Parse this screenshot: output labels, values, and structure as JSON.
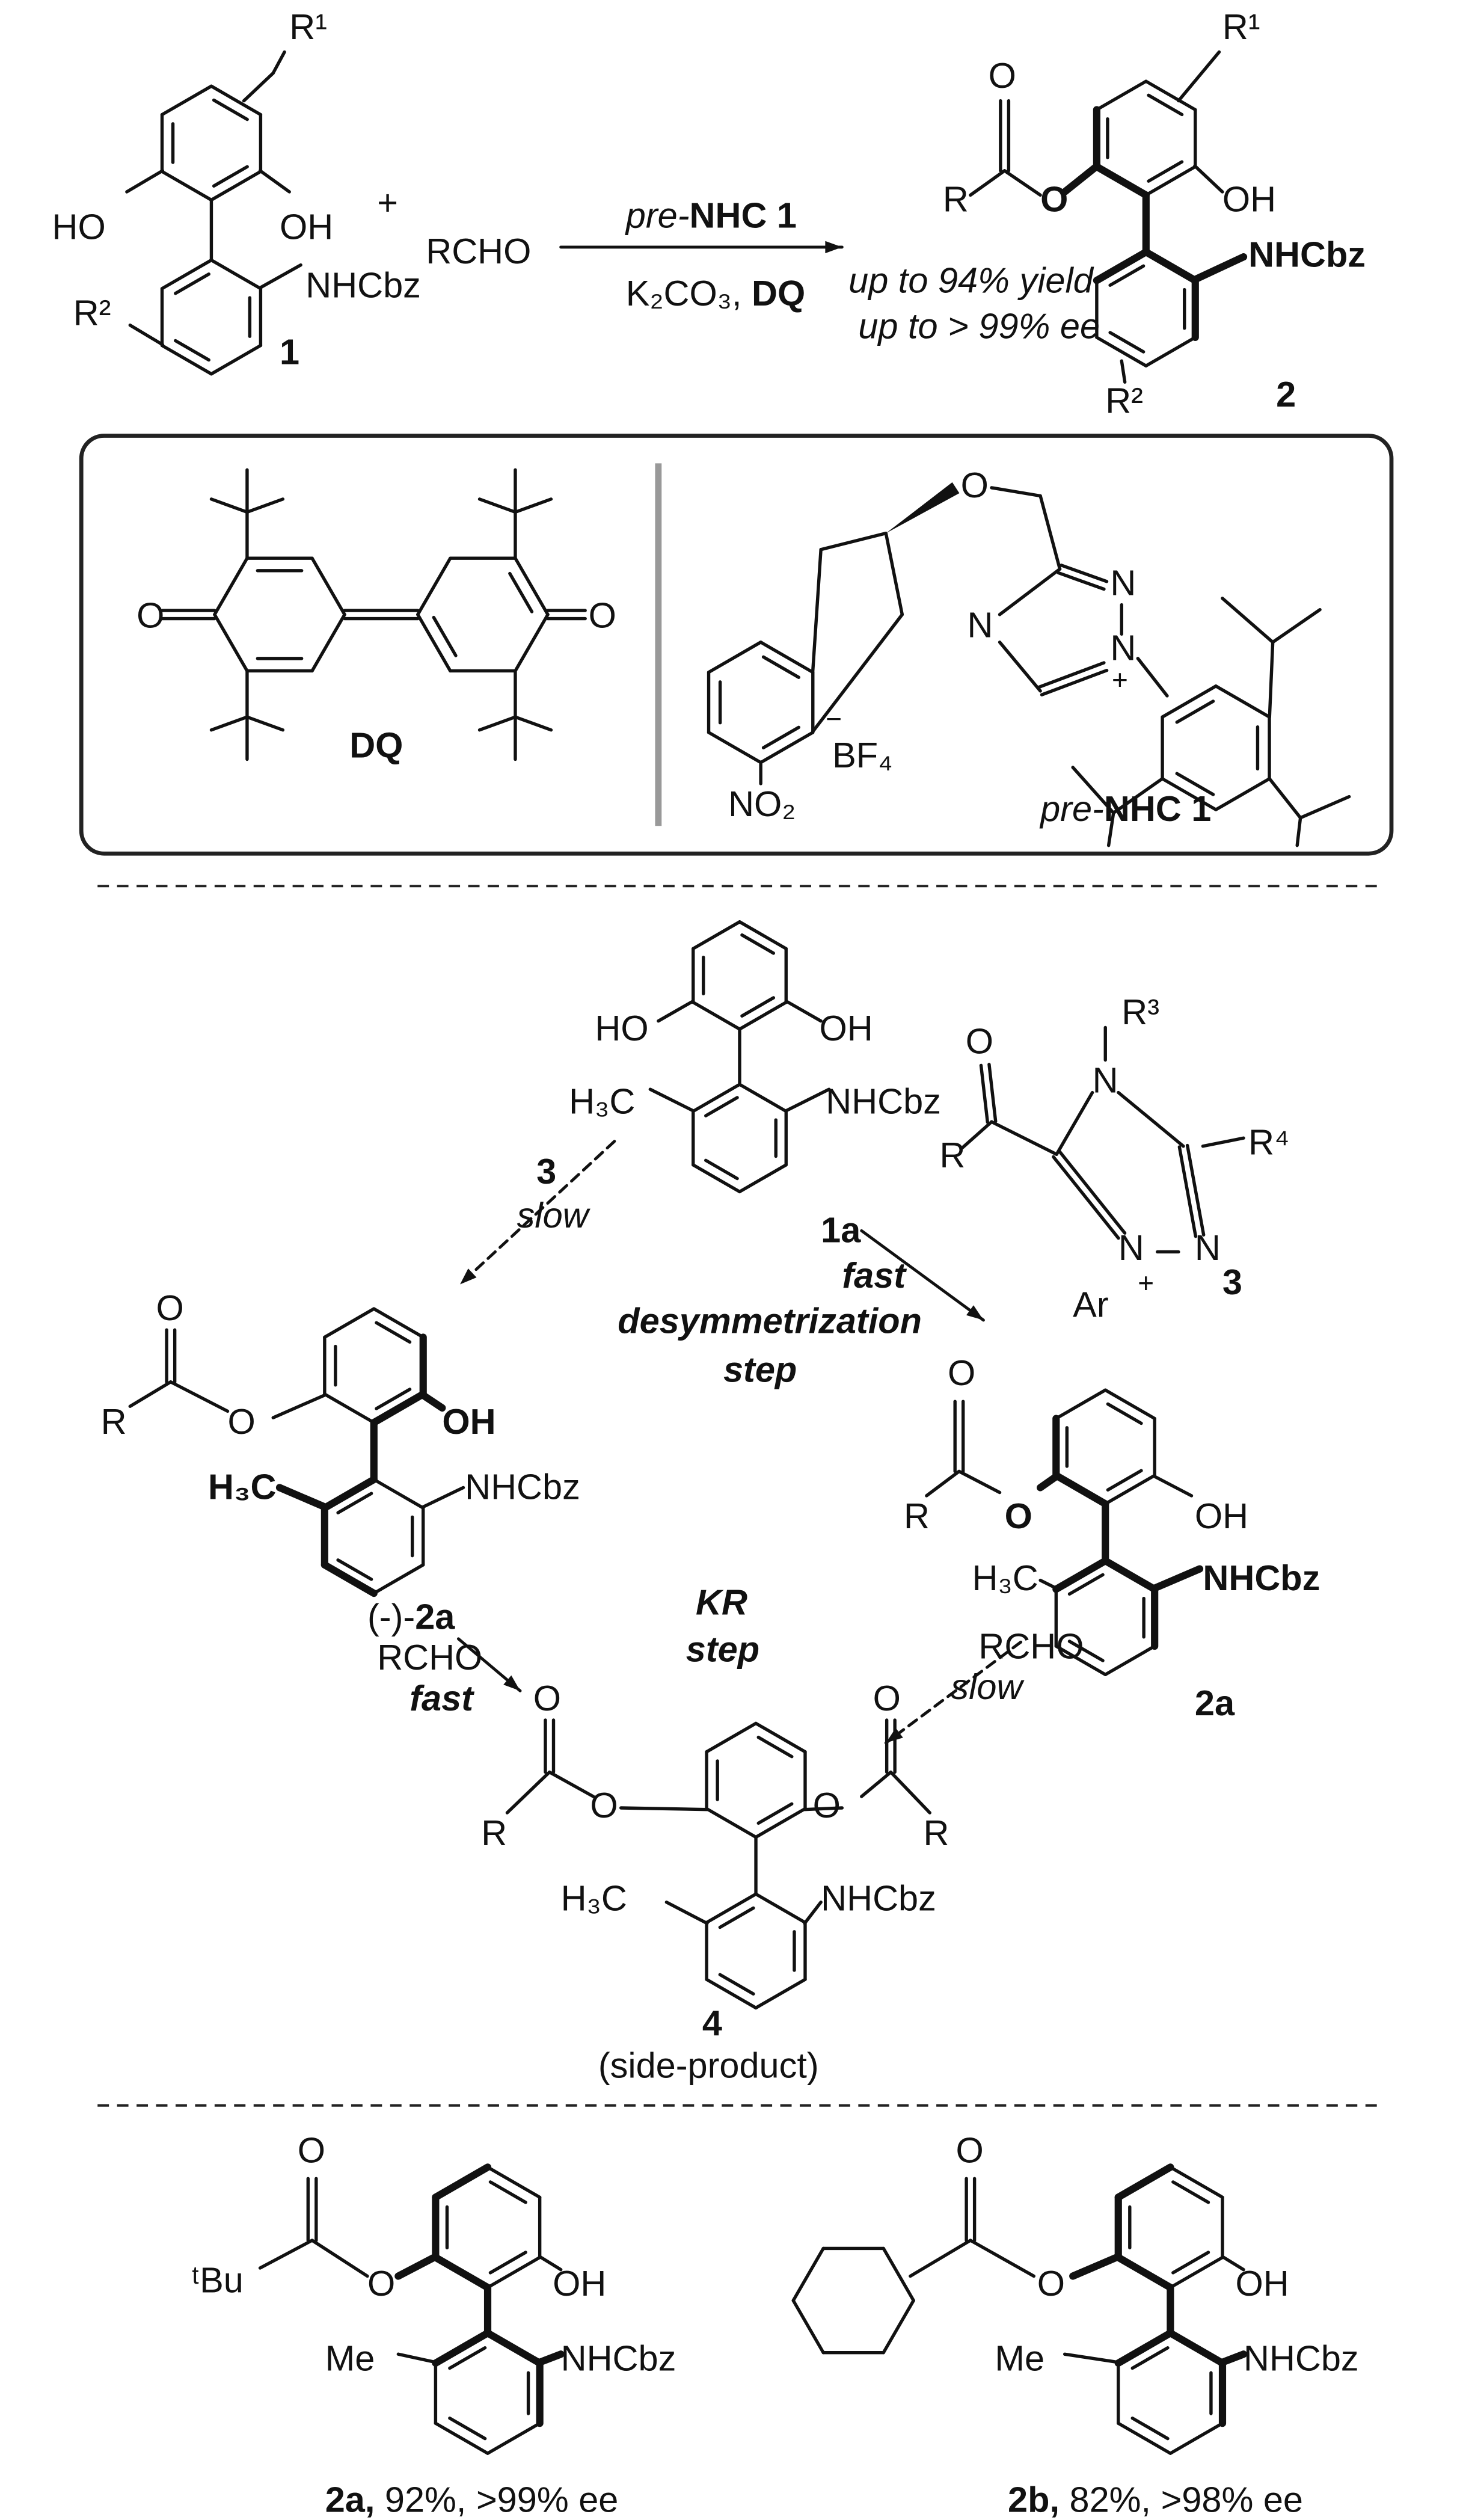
{
  "top_reaction": {
    "sm": {
      "r1": "R¹",
      "ho": "HO",
      "oh": "OH",
      "nhcbz": "NHCbz",
      "r2": "R²",
      "label": "1"
    },
    "plus": "+",
    "aldehyde": "RCHO",
    "conditions_above_italic": "pre-",
    "conditions_above_bold": "NHC 1",
    "conditions_below": "K₂CO₃, ",
    "conditions_below_bold": "DQ",
    "yield_text": "up to 94% yield",
    "ee_text": "up to > 99% ee",
    "product": {
      "o_carbonyl": "O",
      "r": "R",
      "o_ester": "O",
      "oh": "OH",
      "nhcbz": "NHCbz",
      "r1": "R¹",
      "r2": "R²",
      "label": "2"
    }
  },
  "reagent_box": {
    "dq": {
      "o_left": "O",
      "o_right": "O",
      "label": "DQ"
    },
    "nhc": {
      "o": "O",
      "n_top": "N",
      "n_left": "N",
      "n_plus": "N",
      "plus": "+",
      "no2": "NO₂",
      "bf4": "BF₄",
      "bf4_charge": "−",
      "label_italic": "pre-",
      "label_bold": "NHC 1"
    }
  },
  "mechanism": {
    "sm_1a": {
      "ho": "HO",
      "oh": "OH",
      "h3c": "H₃C",
      "nhcbz": "NHCbz",
      "label": "1a"
    },
    "intermediate_3": {
      "o": "O",
      "r": "R",
      "n4": "N",
      "r3": "R³",
      "r4": "R⁴",
      "n1": "N",
      "n2": "N",
      "plus": "+",
      "ar": "Ar",
      "label": "3"
    },
    "slow_path": {
      "reagent": "3",
      "rate": "slow"
    },
    "fast_path": {
      "rate": "fast",
      "step1": "desymmetrization",
      "step2": "step"
    },
    "minor_ester": {
      "o_carbonyl": "O",
      "r": "R",
      "o_ester": "O",
      "oh": "OH",
      "h3c": "H₃C",
      "nhcbz": "NHCbz"
    },
    "product_2a": {
      "o_carbonyl": "O",
      "r": "R",
      "o_ester": "O",
      "oh": "OH",
      "h3c": "H₃C",
      "nhcbz": "NHCbz",
      "label": "2a"
    },
    "kr_left": {
      "prefix": "(-)-",
      "compound": "2a",
      "reagent": "RCHO",
      "rate": "fast"
    },
    "kr_label": {
      "line1": "KR",
      "line2": "step"
    },
    "kr_right": {
      "reagent": "RCHO",
      "rate": "slow"
    },
    "side_product_4": {
      "o1": "O",
      "o2": "O",
      "o3": "O",
      "o4": "O",
      "r_left": "R",
      "r_right": "R",
      "h3c": "H₃C",
      "nhcbz": "NHCbz",
      "label": "4",
      "note": "(side-product)"
    }
  },
  "examples": [
    {
      "o_carbonyl": "O",
      "group": "ᵗBu",
      "o_ester": "O",
      "oh": "OH",
      "me": "Me",
      "nhcbz": "NHCbz",
      "label": "2a,",
      "result": " 92%, >99% ee"
    },
    {
      "o_carbonyl": "O",
      "o_ester": "O",
      "oh": "OH",
      "me": "Me",
      "nhcbz": "NHCbz",
      "label": "2b,",
      "result": " 82%, >98% ee"
    }
  ]
}
